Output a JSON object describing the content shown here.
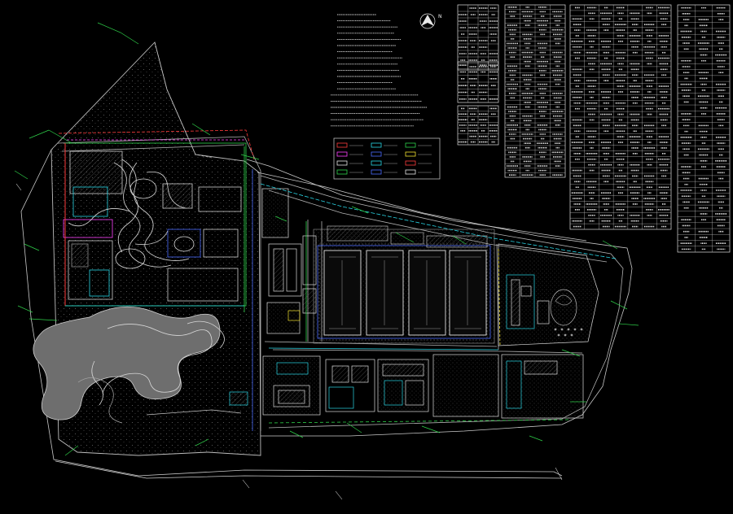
{
  "colors": {
    "background": "#000000",
    "ink": "#e8e8e8",
    "boundary": "#c8c8c8",
    "road": "#bcbcbc",
    "green_line": "#2fd24a",
    "cyan": "#2ad6e6",
    "blue": "#4a6cff",
    "red": "#ff3b3b",
    "magenta": "#ff40ff",
    "yellow": "#f2e230",
    "hatch": "#5a5a5a"
  },
  "north_arrow": {
    "label": "N"
  },
  "legend": {
    "items": [
      "",
      "",
      "",
      "",
      "",
      "",
      "",
      "",
      "",
      "",
      "",
      ""
    ]
  },
  "tables": [
    {
      "name": "table-a",
      "rows": 10,
      "cols": 4
    },
    {
      "name": "table-b",
      "rows": 6,
      "cols": 4
    },
    {
      "name": "table-c",
      "rows": 7,
      "cols": 4
    },
    {
      "name": "table-d",
      "rows": 38,
      "cols": 4
    },
    {
      "name": "table-e",
      "rows": 40,
      "cols": 7
    },
    {
      "name": "table-f",
      "rows": 42,
      "cols": 3
    }
  ],
  "notes": {
    "title": "",
    "lines": [
      "",
      "",
      "",
      "",
      "",
      "",
      "",
      "",
      "",
      "",
      "",
      "",
      "",
      "",
      "",
      "",
      "",
      "",
      ""
    ]
  }
}
